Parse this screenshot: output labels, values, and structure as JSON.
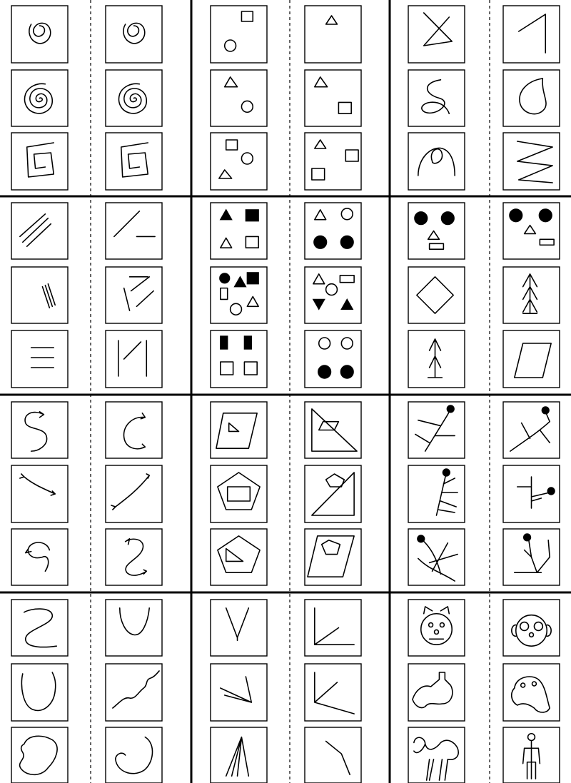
{
  "sheet": {
    "line_color": "#000000",
    "background": "#ffffff",
    "layout": {
      "problem_rows": 4,
      "problem_columns": 3,
      "panels_per_side": 3,
      "sides_per_problem": 2
    }
  },
  "problems": [
    {
      "left": [
        "spiral-small",
        "spiral-large",
        "square-spiral"
      ],
      "right": [
        "spiral-small",
        "spiral-large",
        "square-spiral"
      ]
    },
    {
      "left": [
        "square-circle",
        "triangle-circle",
        "square-circle-triangle"
      ],
      "right": [
        "triangle-small",
        "triangle-square",
        "triangle-squares"
      ]
    },
    {
      "left": [
        "crossed-triangle",
        "s-curve-loop",
        "loop-curve"
      ],
      "right": [
        "bent-line",
        "hook-shape",
        "zigzag"
      ]
    },
    {
      "left": [
        "three-diagonals",
        "three-steep-lines",
        "three-horizontals"
      ],
      "right": [
        "diagonal-and-horizontal",
        "three-lines-mixed",
        "n-shape"
      ]
    },
    {
      "left": [
        "filled-open-mix",
        "shape-cluster",
        "rectangles-squares"
      ],
      "right": [
        "triangles-circles",
        "shape-cluster-2",
        "circles-open-filled"
      ]
    },
    {
      "left": [
        "face-dots",
        "diamond",
        "tree-arrow"
      ],
      "right": [
        "face-dots-2",
        "tree-arrow-2",
        "parallelogram"
      ]
    },
    {
      "left": [
        "s-arrow-curve",
        "arrow-diagonal",
        "hook-arrow"
      ],
      "right": [
        "c-arrow-curve",
        "arrow-diagonal-up",
        "z-arrow-curve"
      ]
    },
    {
      "left": [
        "parallelogram-triangle",
        "pentagon-rectangle",
        "pentagon-triangle"
      ],
      "right": [
        "triangle-parallelogram",
        "triangle-pentagon",
        "parallelogram-pentagon"
      ]
    },
    {
      "left": [
        "branch-dot",
        "branch-dot-vertical",
        "branch-dot-curve"
      ],
      "right": [
        "branch-dot-2",
        "branch-dot-side",
        "branch-dot-v"
      ]
    },
    {
      "left": [
        "z-curve",
        "u-curve",
        "blob"
      ],
      "right": [
        "u-open",
        "wavy-line",
        "j-hook"
      ]
    },
    {
      "left": [
        "v-arrow",
        "angle-lines",
        "tent-lines"
      ],
      "right": [
        "right-angle",
        "right-angle-diagonal",
        "bent-line-2"
      ]
    },
    {
      "left": [
        "cat-face",
        "dog-silhouette",
        "camel-silhouette"
      ],
      "right": [
        "round-face",
        "dog-head",
        "stick-figure"
      ]
    }
  ]
}
